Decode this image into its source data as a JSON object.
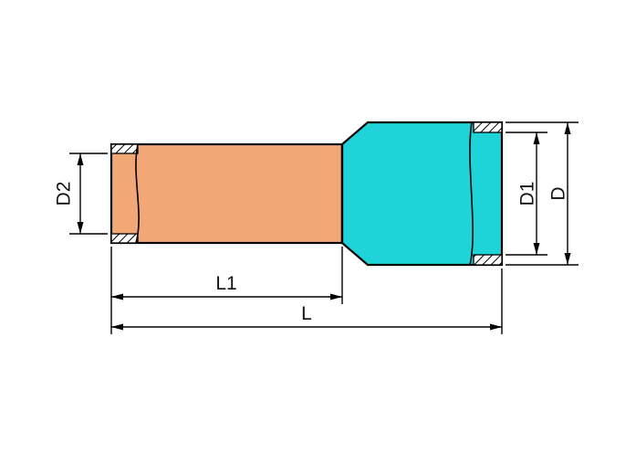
{
  "diagram": {
    "labels": {
      "d2": "D2",
      "d1": "D1",
      "d": "D",
      "l1": "L1",
      "l": "L"
    },
    "colors": {
      "copper_sleeve": "#F2A776",
      "insulation_collar": "#1FD4D8",
      "outline": "#000000",
      "background": "#FFFFFF"
    }
  }
}
